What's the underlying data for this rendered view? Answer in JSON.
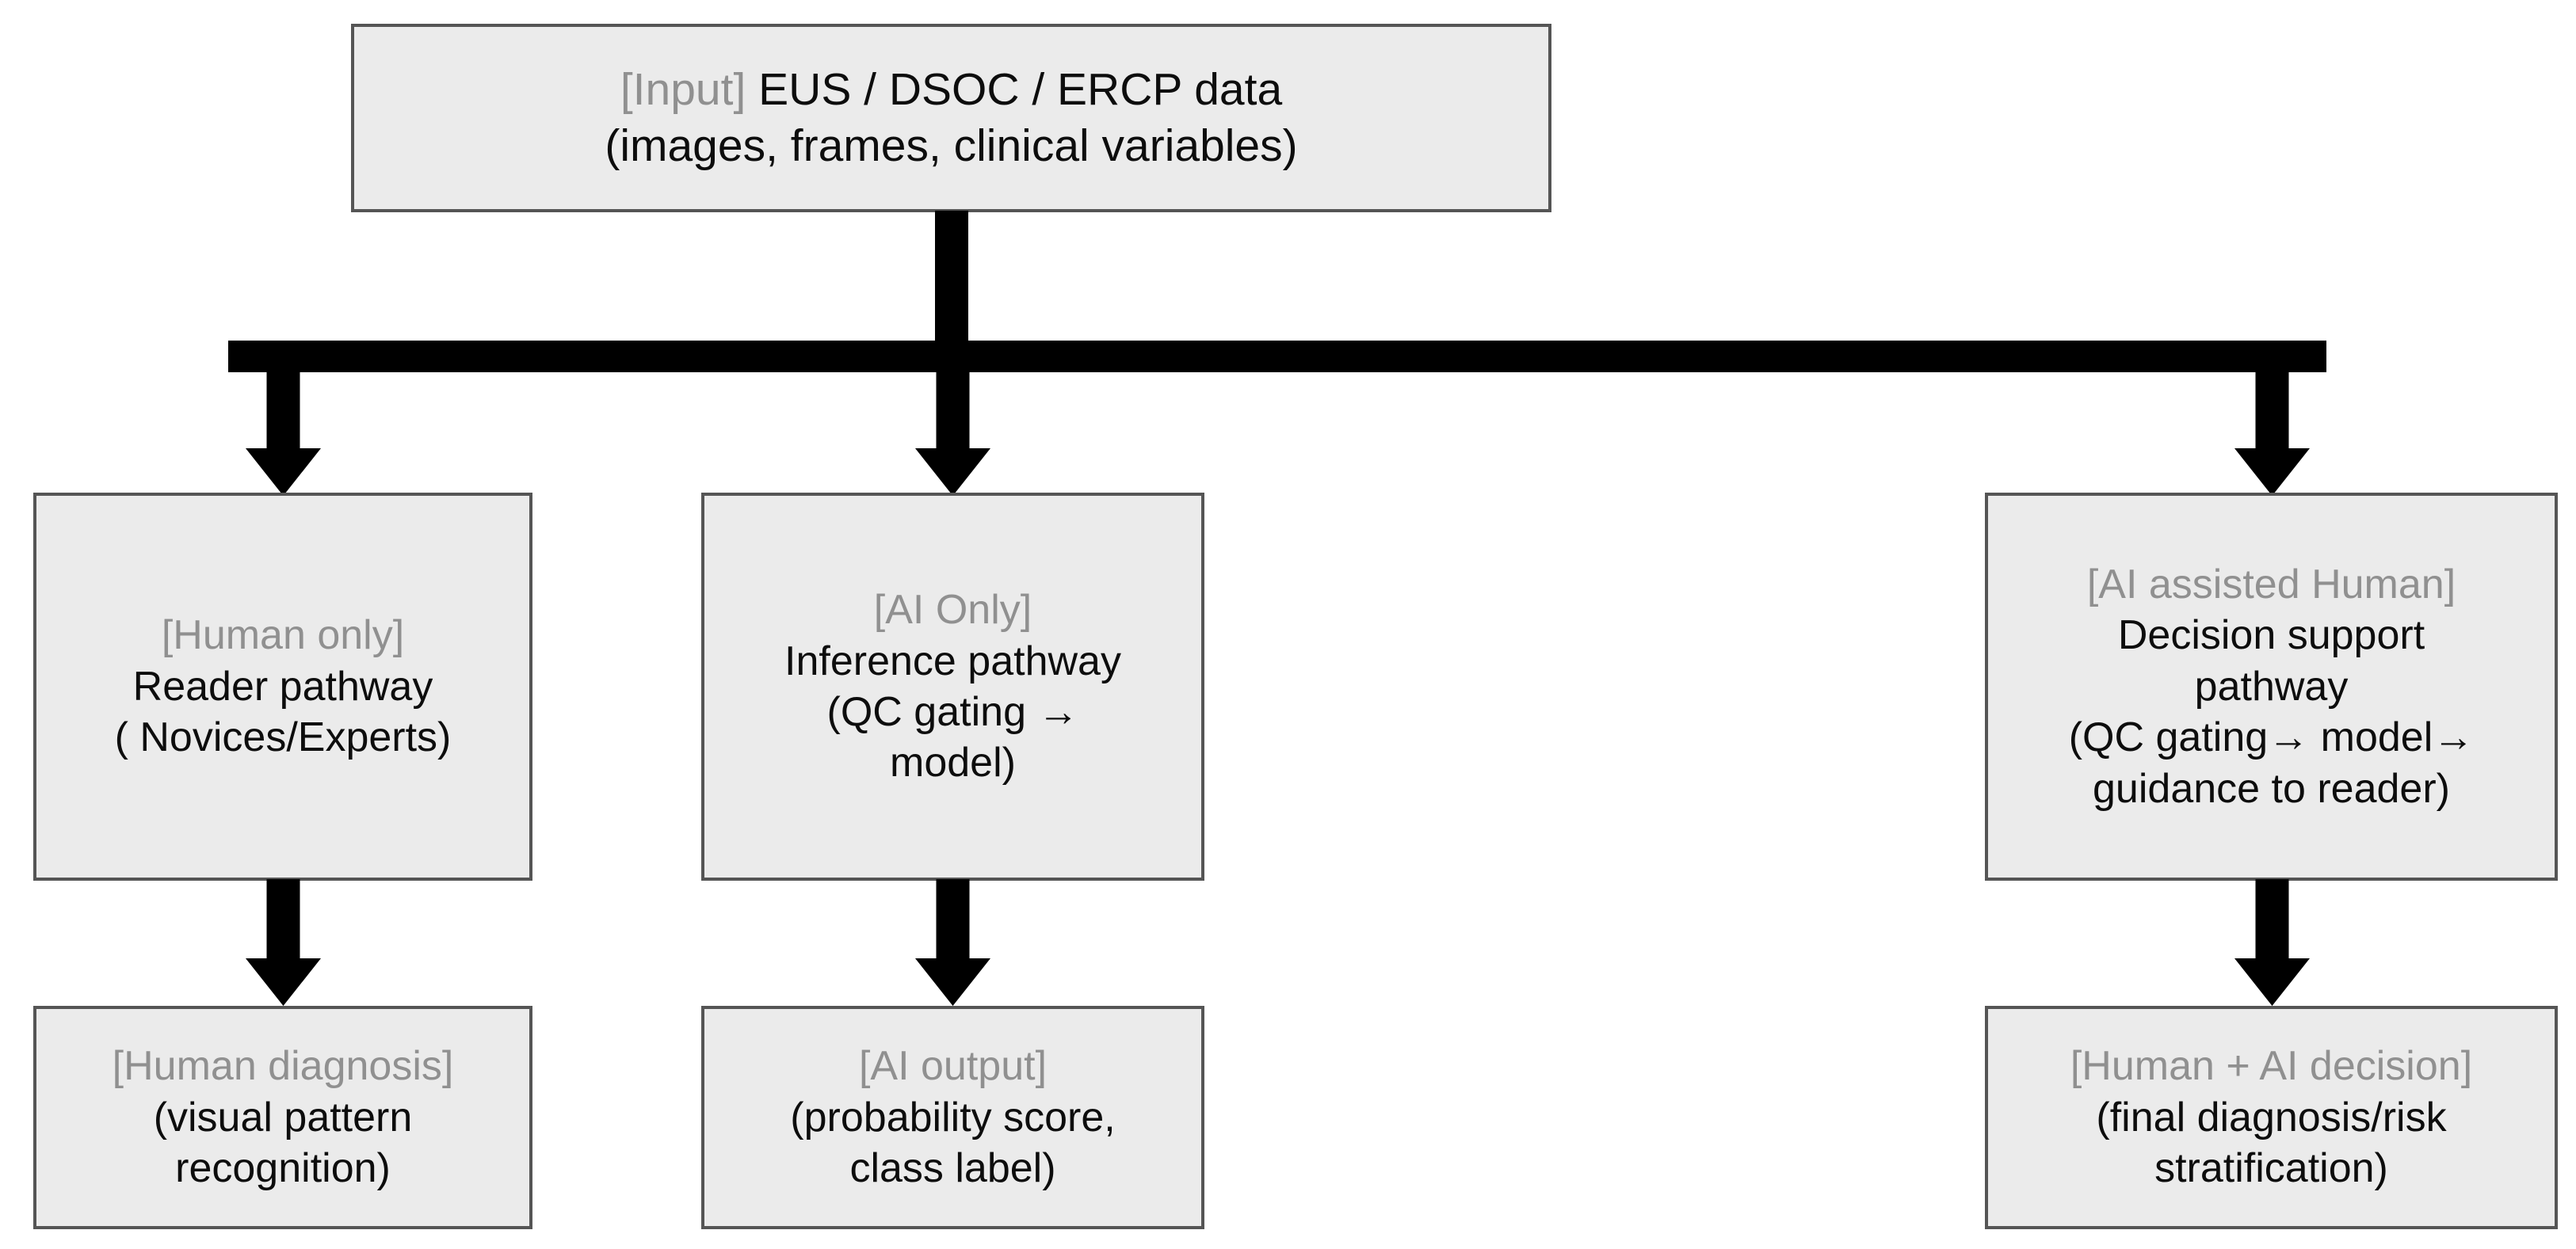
{
  "diagram": {
    "title": "AI vs human diagnostic pathway flowchart",
    "colors": {
      "box_fill": "#ebebeb",
      "box_border": "#555555",
      "tag_text": "#909090",
      "body_text": "#0d0d0d",
      "connector": "#000000",
      "background": "#ffffff"
    }
  },
  "nodes": {
    "input": {
      "tag": "[Input]",
      "line1_rest": " EUS / DSOC / ERCP data",
      "line2": "(images, frames, clinical variables)"
    },
    "human_only": {
      "tag": "[Human only]",
      "line1": "Reader pathway",
      "line2": "( Novices/Experts)"
    },
    "ai_only": {
      "tag": "[AI Only]",
      "line1": "Inference pathway",
      "line2": "(QC gating →",
      "line3": "model)"
    },
    "ai_assisted_human": {
      "tag": "[AI assisted Human]",
      "line1": "Decision support",
      "line2": "pathway",
      "line3": "(QC gating→ model→",
      "line4": "guidance to reader)"
    },
    "human_diagnosis": {
      "tag": "[Human diagnosis]",
      "line1": "(visual pattern",
      "line2": "recognition)"
    },
    "ai_output": {
      "tag": "[AI output]",
      "line1": "(probability score,",
      "line2": "class label)"
    },
    "human_ai_decision": {
      "tag": "[Human + AI decision]",
      "line1": "(final diagnosis/risk",
      "line2": "stratification)"
    }
  },
  "connectors": {
    "input_to_bus": "trunk-connector",
    "bus": "distribution-bar",
    "bus_to_human": "arrow-down",
    "bus_to_ai": "arrow-down",
    "bus_to_assisted": "arrow-down",
    "human_to_human_dx": "arrow-down",
    "ai_to_ai_output": "arrow-down",
    "assisted_to_combined": "arrow-down"
  }
}
